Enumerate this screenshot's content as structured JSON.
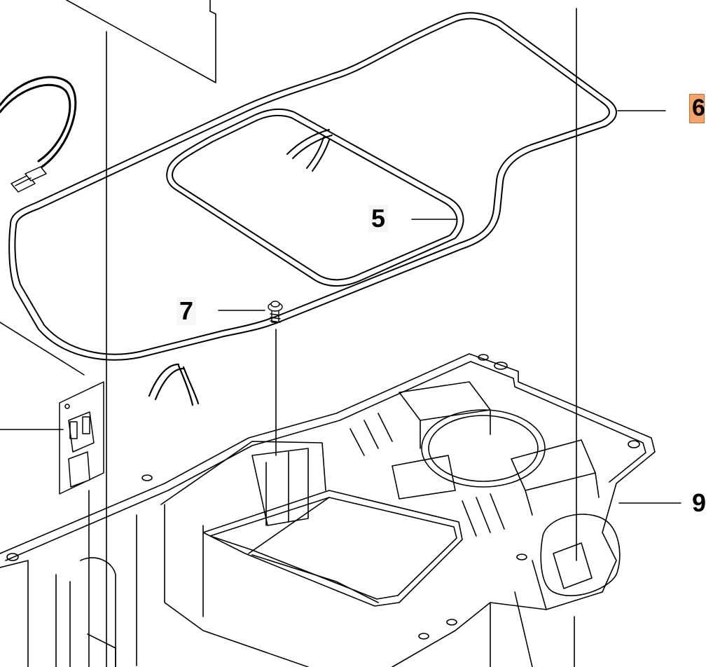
{
  "diagram": {
    "labels": {
      "part_5": "5",
      "part_7": "7",
      "part_6": "6",
      "part_9": "9"
    }
  }
}
